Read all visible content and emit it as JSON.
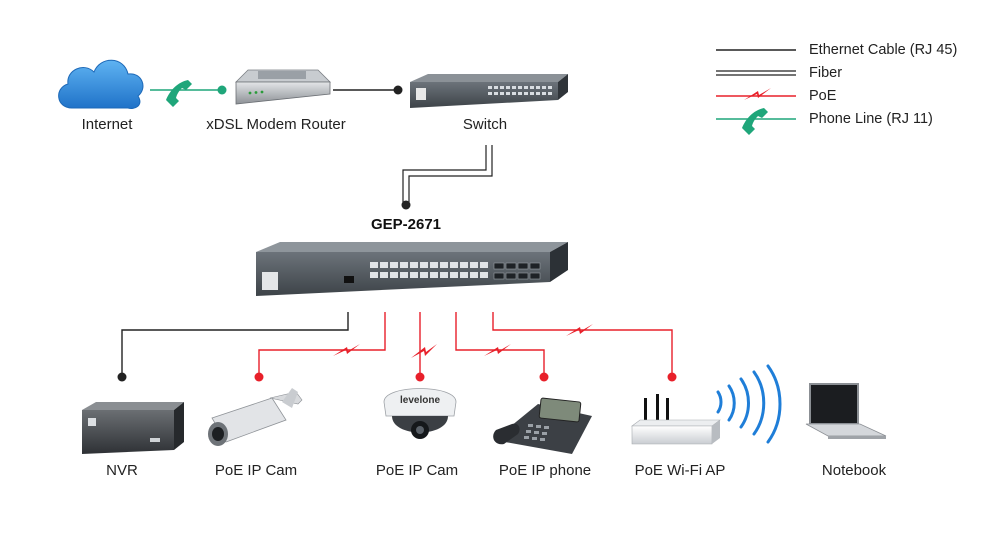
{
  "title": "GEP-2671",
  "nodes": {
    "internet": "Internet",
    "modem": "xDSL Modem Router",
    "switch": "Switch",
    "nvr": "NVR",
    "cam1": "PoE IP Cam",
    "cam2": "PoE IP Cam",
    "phone": "PoE IP phone",
    "ap": "PoE Wi-Fi AP",
    "notebook": "Notebook"
  },
  "legend": {
    "ethernet": "Ethernet Cable (RJ 45)",
    "fiber": "Fiber",
    "poe": "PoE",
    "phone_line": "Phone Line (RJ 11)"
  },
  "colors": {
    "ethernet": "#222222",
    "fiber": "#222222",
    "poe": "#e8202a",
    "phone_line": "#1fa67a",
    "cloud": "#2f8fe0"
  },
  "devices": {
    "camera_brand": "levelone"
  }
}
